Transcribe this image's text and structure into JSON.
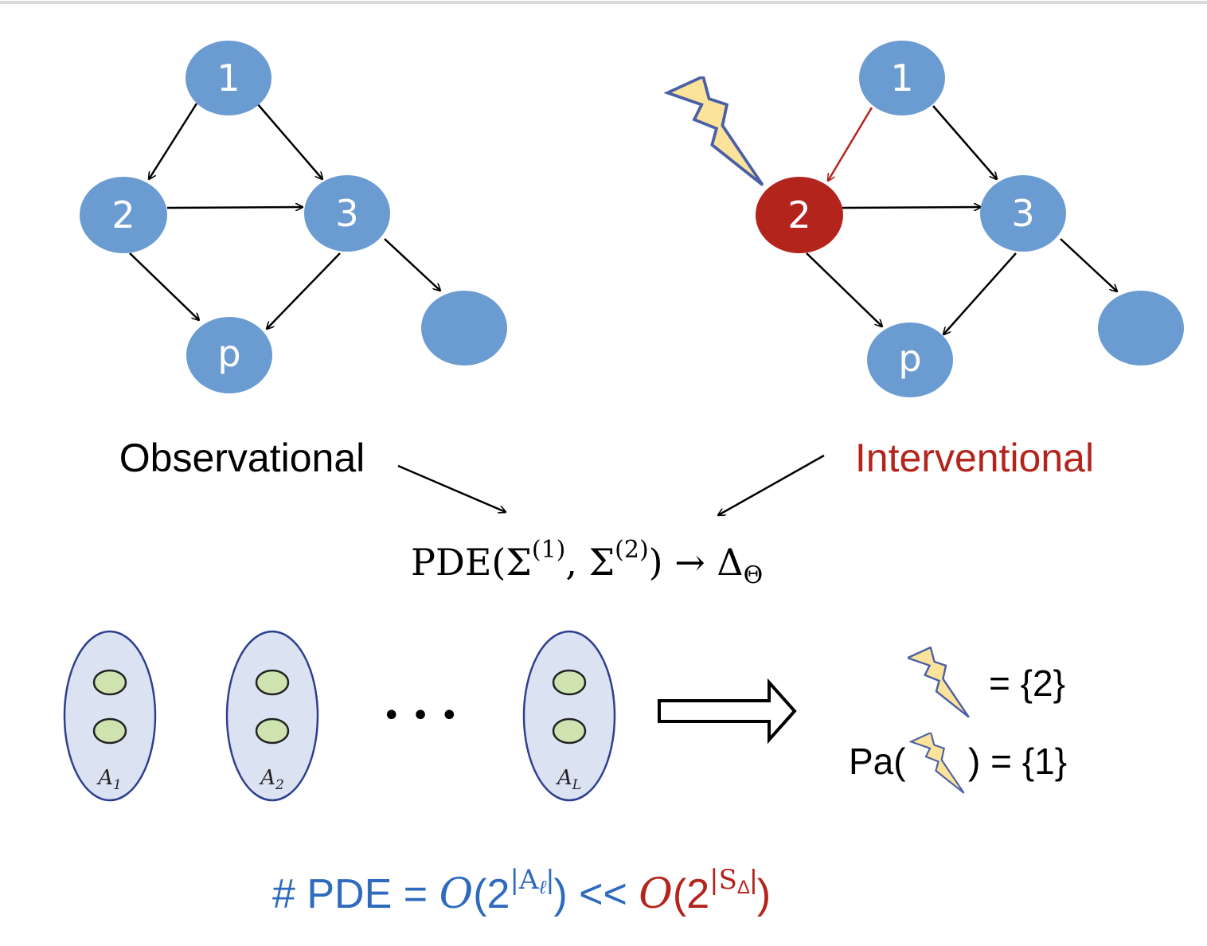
{
  "colors": {
    "node_blue": "#6a9bd1",
    "node_red": "#b3241c",
    "edge_red": "#b3241c",
    "bolt_fill": "#fbe39a",
    "bolt_stroke": "#4a5fa6",
    "ellipse_fill": "#dbe3f3",
    "ellipse_stroke": "#2f3f8f",
    "inner_fill": "#cfe3b0",
    "formula_blue": "#2e6bbd",
    "formula_red": "#b3241c"
  },
  "graphs": {
    "observational": {
      "caption": "Observational",
      "nodes": {
        "n1": "1",
        "n2": "2",
        "n3": "3",
        "np": "p",
        "n5": ""
      }
    },
    "interventional": {
      "caption": "Interventional",
      "intervened_node": "2",
      "nodes": {
        "n1": "1",
        "n2": "2",
        "n3": "3",
        "np": "p",
        "n5": ""
      }
    }
  },
  "pde": {
    "prefix": "PDE(Σ",
    "sup1": "(1)",
    "mid": ", Σ",
    "sup2": "(2)",
    "suffix": ") → Δ",
    "sub": "Θ"
  },
  "sets": {
    "labels": [
      "A",
      "A",
      "A"
    ],
    "subscripts": [
      "1",
      "2",
      "L"
    ],
    "ellipsis": "• • •"
  },
  "result": {
    "line1": "= {2}",
    "line2_prefix": "Pa(",
    "line2_suffix": ") = {1}"
  },
  "formula": {
    "left": "# PDE = ",
    "o1": "O",
    "paren1_open": "(2",
    "exp1": "|A",
    "exp1_sub": "ℓ",
    "exp1_close": "|",
    "paren1_close": ")",
    "mid": " << ",
    "o2": "O",
    "paren2_open": "(2",
    "exp2": "|S",
    "exp2_sub": "Δ",
    "exp2_close": "|",
    "paren2_close": ")"
  }
}
